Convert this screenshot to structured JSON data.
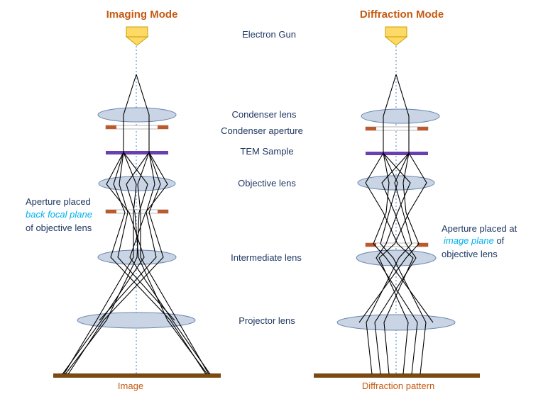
{
  "imaging": {
    "title": "Imaging Mode",
    "bottom_label": "Image",
    "aperture_note": {
      "line1": "Aperture placed",
      "line2": "back focal plane",
      "line3": "of  objective lens"
    }
  },
  "diffraction": {
    "title": "Diffraction Mode",
    "bottom_label": "Diffraction pattern",
    "aperture_note": {
      "line1": "Aperture placed at",
      "line2a": "image plane",
      "line2b": " of",
      "line3": "objective lens"
    }
  },
  "components": {
    "gun": "Electron Gun",
    "condenser_lens": "Condenser lens",
    "condenser_aperture": "Condenser aperture",
    "sample": "TEM Sample",
    "objective_lens": "Objective lens",
    "intermediate_lens": "Intermediate lens",
    "projector_lens": "Projector lens"
  },
  "colors": {
    "title": "#c55a11",
    "label_blue": "#1f3864",
    "italic_cyan": "#00b0f0",
    "lens_fill": "#c9d4e4",
    "lens_stroke": "#6b86b0",
    "aperture": "#c0582a",
    "sample": "#6a3fb0",
    "screen": "#7a4a10",
    "gun": "#ffd966",
    "axis": "#5b9bd5"
  }
}
